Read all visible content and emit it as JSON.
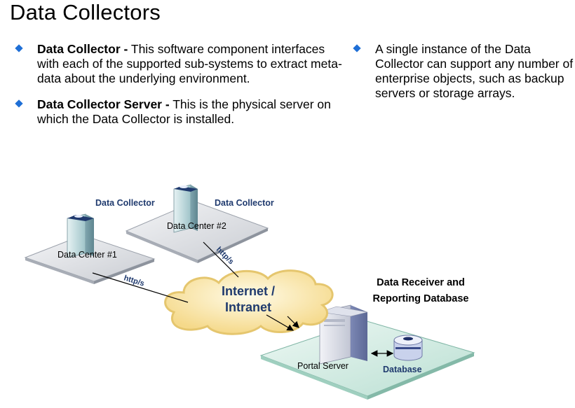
{
  "slide": {
    "title": "Data Collectors",
    "bullets_left": [
      {
        "term": "Data Collector -",
        "text": " This software component interfaces with each of the supported sub-systems to extract meta-data about the underlying environment."
      },
      {
        "term": "Data Collector Server -",
        "text": " This is the physical server on which the Data Collector is installed."
      }
    ],
    "bullets_right": [
      {
        "term": "",
        "text": "A single instance of the Data Collector can support any number of enterprise objects, such as backup servers or storage arrays."
      }
    ]
  },
  "diagram": {
    "dc1_label": "Data Center #1",
    "dc1_collector": "Data Collector",
    "dc2_label": "Data Center #2",
    "dc2_collector": "Data Collector",
    "link1_label": "http/s",
    "link2_label": "http/s",
    "cloud_line1": "Internet /",
    "cloud_line2": "Intranet",
    "receiver_line1": "Data Receiver and",
    "receiver_line2": "Reporting Database",
    "portal_label": "Portal Server",
    "database_label": "Database",
    "colors": {
      "bullet": "#1f6fd6",
      "label_blue": "#1f3a6e",
      "cloud_text": "#1f3a6e",
      "cloud_fill": "#fbeab0"
    }
  }
}
